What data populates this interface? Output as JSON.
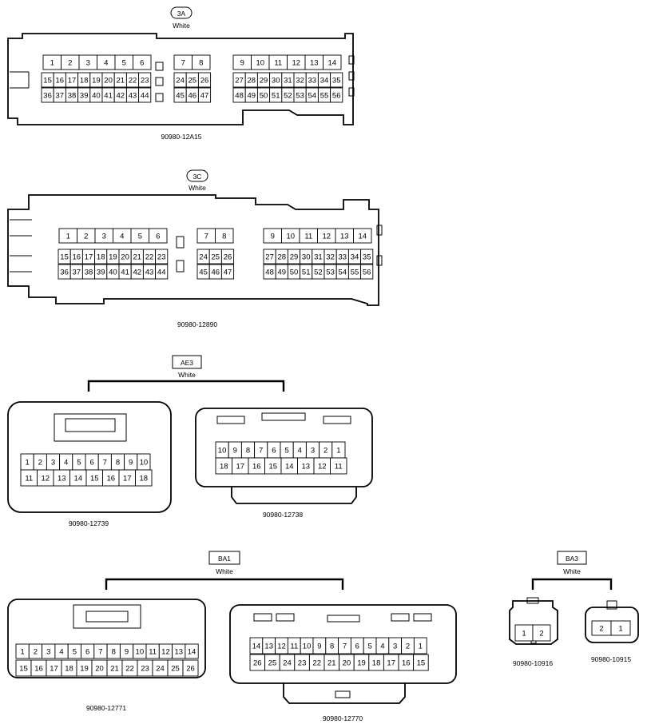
{
  "connectors": {
    "c3a": {
      "id": "3A",
      "color": "White",
      "part": "90980-12A15"
    },
    "c3c": {
      "id": "3C",
      "color": "White",
      "part": "90980-12890"
    },
    "ae3": {
      "id": "AE3",
      "color": "White",
      "part_left": "90980-12739",
      "part_right": "90980-12738"
    },
    "ba1": {
      "id": "BA1",
      "color": "White",
      "part_left": "90980-12771",
      "part_right": "90980-12770"
    },
    "ba3": {
      "id": "BA3",
      "color": "White",
      "part_left": "90980-10916",
      "part_right": "90980-10915"
    }
  },
  "pins": {
    "c3a_row1_a": [
      "1",
      "2",
      "3",
      "4",
      "5",
      "6"
    ],
    "c3a_row1_b": [
      "7",
      "8"
    ],
    "c3a_row1_c": [
      "9",
      "10",
      "11",
      "12",
      "13",
      "14"
    ],
    "c3a_row2_a": [
      "15",
      "16",
      "17",
      "18",
      "19",
      "20",
      "21",
      "22",
      "23"
    ],
    "c3a_row2_b": [
      "24",
      "25",
      "26"
    ],
    "c3a_row2_c": [
      "27",
      "28",
      "29",
      "30",
      "31",
      "32",
      "33",
      "34",
      "35"
    ],
    "c3a_row3_a": [
      "36",
      "37",
      "38",
      "39",
      "40",
      "41",
      "42",
      "43",
      "44"
    ],
    "c3a_row3_b": [
      "45",
      "46",
      "47"
    ],
    "c3a_row3_c": [
      "48",
      "49",
      "50",
      "51",
      "52",
      "53",
      "54",
      "55",
      "56"
    ],
    "ae3_left_top": [
      "1",
      "2",
      "3",
      "4",
      "5",
      "6",
      "7",
      "8",
      "9",
      "10"
    ],
    "ae3_left_bot": [
      "11",
      "12",
      "13",
      "14",
      "15",
      "16",
      "17",
      "18"
    ],
    "ae3_right_top": [
      "10",
      "9",
      "8",
      "7",
      "6",
      "5",
      "4",
      "3",
      "2",
      "1"
    ],
    "ae3_right_bot": [
      "18",
      "17",
      "16",
      "15",
      "14",
      "13",
      "12",
      "11"
    ],
    "ba1_left_top": [
      "1",
      "2",
      "3",
      "4",
      "5",
      "6",
      "7",
      "8",
      "9",
      "10",
      "11",
      "12",
      "13",
      "14"
    ],
    "ba1_left_bot": [
      "15",
      "16",
      "17",
      "18",
      "19",
      "20",
      "21",
      "22",
      "23",
      "24",
      "25",
      "26"
    ],
    "ba1_right_top": [
      "14",
      "13",
      "12",
      "11",
      "10",
      "9",
      "8",
      "7",
      "6",
      "5",
      "4",
      "3",
      "2",
      "1"
    ],
    "ba1_right_bot": [
      "26",
      "25",
      "24",
      "23",
      "22",
      "21",
      "20",
      "19",
      "18",
      "17",
      "16",
      "15"
    ],
    "ba3_left": [
      "1",
      "2"
    ],
    "ba3_right": [
      "2",
      "1"
    ]
  }
}
